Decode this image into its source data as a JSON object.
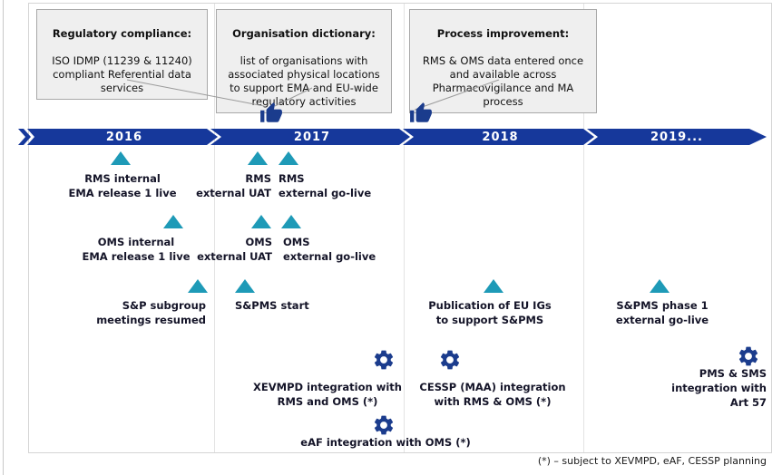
{
  "callouts": [
    {
      "title": "Regulatory compliance:",
      "body": "ISO IDMP (11239 & 11240)\ncompliant Referential data\nservices"
    },
    {
      "title": "Organisation dictionary:",
      "body": "list of organisations with\nassociated physical locations\nto support EMA and EU-wide\nregulatory activities"
    },
    {
      "title": "Process improvement:",
      "body": "RMS & OMS data entered once\nand available across\nPharmacovigilance and MA\nprocess"
    }
  ],
  "timeline": {
    "years": [
      "2016",
      "2017",
      "2018",
      "2019..."
    ]
  },
  "milestones": [
    {
      "label": "RMS internal\nEMA release 1 live"
    },
    {
      "label": "OMS internal\nEMA release 1 live"
    },
    {
      "label": "S&P subgroup\nmeetings resumed"
    },
    {
      "label": "RMS\nexternal UAT"
    },
    {
      "label": "RMS\nexternal go-live"
    },
    {
      "label": "OMS\nexternal UAT"
    },
    {
      "label": "OMS\nexternal go-live"
    },
    {
      "label": "S&PMS start"
    },
    {
      "label": "Publication of EU IGs\nto support S&PMS"
    },
    {
      "label": "S&PMS phase 1\nexternal go-live"
    }
  ],
  "integrations": [
    {
      "label": "XEVMPD integration with\nRMS and OMS (*)"
    },
    {
      "label": "CESSP (MAA) integration\nwith RMS & OMS (*)"
    },
    {
      "label": "eAF integration with OMS (*)"
    },
    {
      "label": "PMS & SMS\nintegration with\nArt 57"
    }
  ],
  "footnote": "(*) – subject to XEVMPD, eAF, CESSP planning",
  "colors": {
    "timeline_bar": "#16389B",
    "icon_navy": "#1B3C8D",
    "milestone_teal": "#1E9AB7",
    "callout_fill": "#EFEFEF",
    "callout_border": "#A8A8A8"
  }
}
